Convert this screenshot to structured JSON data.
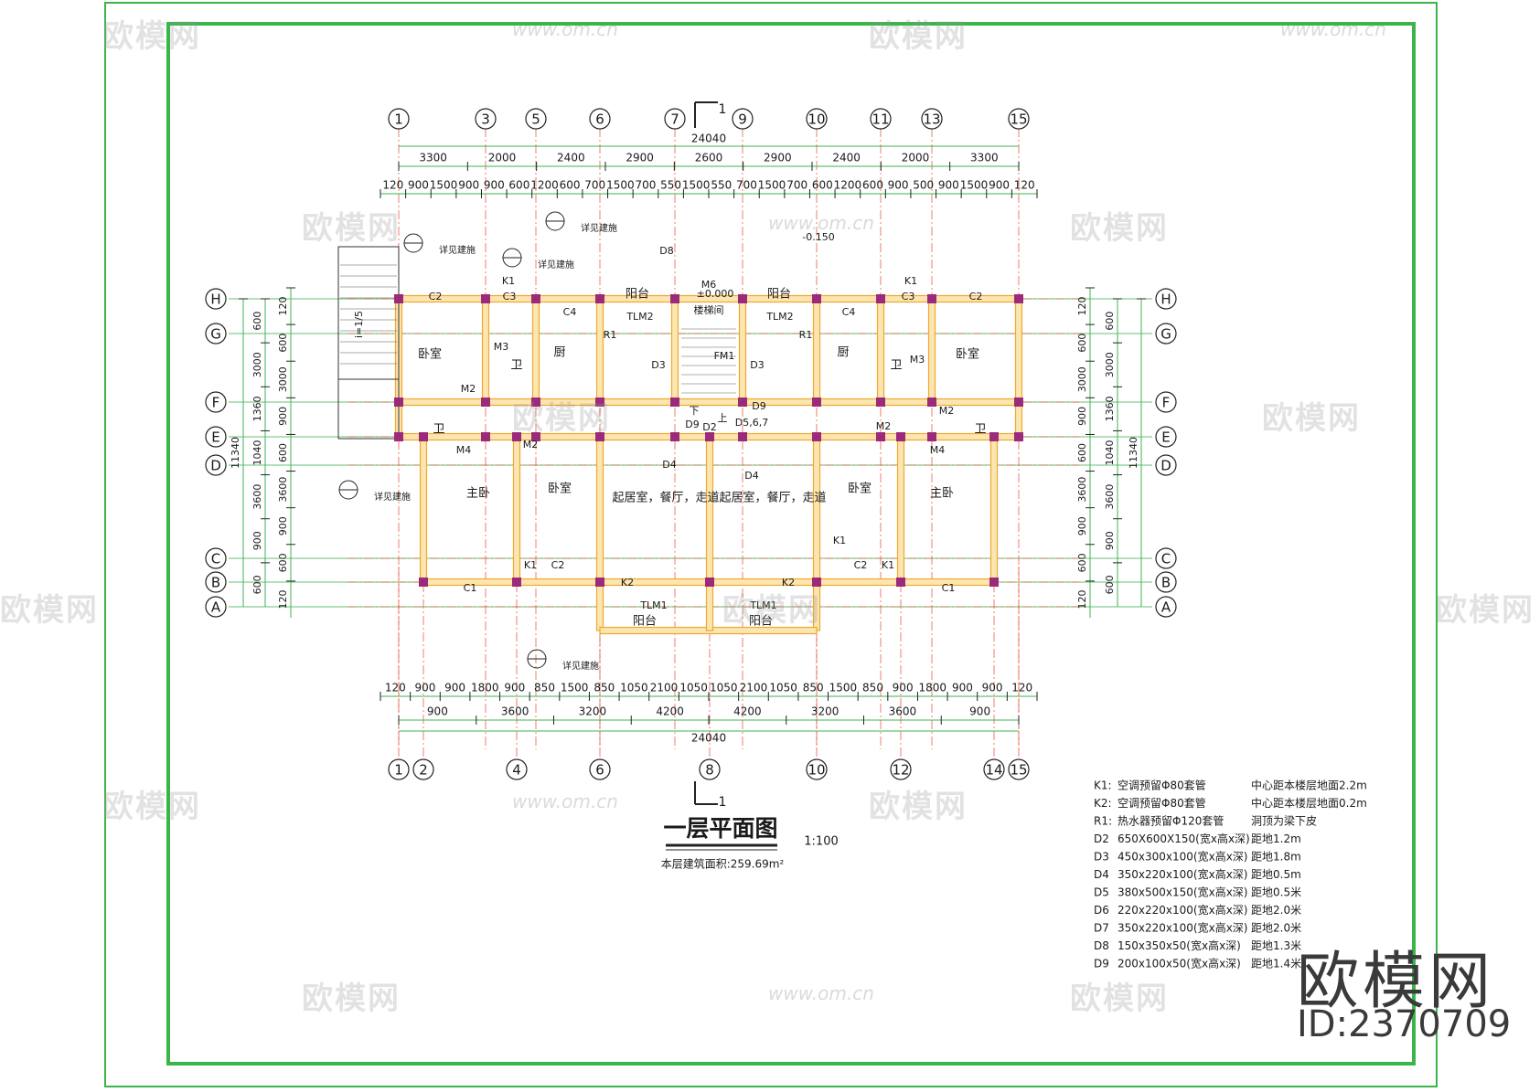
{
  "drawing": {
    "title": "一层平面图",
    "scale": "1:100",
    "area_note": "本层建筑面积:259.69m²",
    "section_mark": "1"
  },
  "axes": {
    "top": [
      "1",
      "3",
      "5",
      "6",
      "7",
      "9",
      "10",
      "11",
      "13",
      "15"
    ],
    "bottom": [
      "1",
      "2",
      "4",
      "6",
      "8",
      "10",
      "12",
      "14",
      "15"
    ],
    "left": [
      "H",
      "G",
      "F",
      "E",
      "D",
      "C",
      "B",
      "A"
    ],
    "right": [
      "H",
      "G",
      "F",
      "E",
      "D",
      "C",
      "B",
      "A"
    ]
  },
  "dims": {
    "total": "24040",
    "top_row1": [
      "3300",
      "2000",
      "2400",
      "2900",
      "2600",
      "2900",
      "2400",
      "2000",
      "3300"
    ],
    "top_row2": [
      "120",
      "900",
      "1500",
      "900",
      "900",
      "600",
      "1200",
      "600",
      "700",
      "1500",
      "700",
      "550",
      "1500",
      "550",
      "700",
      "1500",
      "700",
      "600",
      "1200",
      "600",
      "900",
      "500",
      "900",
      "1500",
      "900",
      "120"
    ],
    "bottom_row1": [
      "120",
      "900",
      "900",
      "1800",
      "900",
      "850",
      "1500",
      "850",
      "1050",
      "2100",
      "1050",
      "1050",
      "2100",
      "1050",
      "850",
      "1500",
      "850",
      "900",
      "1800",
      "900",
      "900",
      "120"
    ],
    "bottom_row2": [
      "900",
      "3600",
      "3200",
      "4200",
      "4200",
      "3200",
      "3600",
      "900"
    ],
    "left_outer": [
      "11340"
    ],
    "left_mid": [
      "600",
      "3000",
      "1360",
      "1040",
      "3600",
      "900",
      "600"
    ],
    "left_inner": [
      "120",
      "600",
      "3000",
      "900",
      "600",
      "3600",
      "900",
      "600",
      "120"
    ],
    "right_inner": [
      "120",
      "600",
      "3000",
      "900",
      "600",
      "3600",
      "900",
      "600",
      "120"
    ],
    "right_mid": [
      "600",
      "3000",
      "1360",
      "1040",
      "3600",
      "900",
      "600"
    ]
  },
  "rooms": {
    "bedroom": "卧室",
    "master": "主卧",
    "kitchen": "厨",
    "toilet": "卫",
    "balcony": "阳台",
    "living": "起居室，餐厅，走道",
    "stair": "楼梯间"
  },
  "labels": {
    "elev_zero": "±0.000",
    "elev_neg": "-0.150",
    "detail_note": "详见建施",
    "slope": "i=1/5",
    "tlm1": "TLM1",
    "tlm2": "TLM2",
    "m2": "M2",
    "m3": "M3",
    "m4": "M4",
    "m6": "M6",
    "c1": "C1",
    "c2": "C2",
    "c3": "C3",
    "c4": "C4",
    "k1": "K1",
    "k2": "K2",
    "r1": "R1",
    "d2": "D2",
    "d3": "D3",
    "d4": "D4",
    "d8": "D8",
    "d9": "D9",
    "d567": "D5,6,7",
    "fm1": "FM1",
    "up": "上",
    "down": "下",
    "stair_note": "楼梯间"
  },
  "legend": [
    {
      "code": "K1:",
      "text": "空调预留Φ80套管",
      "note": "中心距本楼层地面2.2m"
    },
    {
      "code": "K2:",
      "text": "空调预留Φ80套管",
      "note": "中心距本楼层地面0.2m"
    },
    {
      "code": "R1:",
      "text": "热水器预留Φ120套管",
      "note": "洞顶为梁下皮"
    },
    {
      "code": "D2",
      "text": "650X600X150(宽x高x深)",
      "note": "距地1.2m"
    },
    {
      "code": "D3",
      "text": "450x300x100(宽x高x深)",
      "note": "距地1.8m"
    },
    {
      "code": "D4",
      "text": "350x220x100(宽x高x深)",
      "note": "距地0.5m"
    },
    {
      "code": "D5",
      "text": "380x500x150(宽x高x深)",
      "note": "距地0.5米"
    },
    {
      "code": "D6",
      "text": "220x220x100(宽x高x深)",
      "note": "距地2.0米"
    },
    {
      "code": "D7",
      "text": "350x220x100(宽x高x深)",
      "note": "距地2.0米"
    },
    {
      "code": "D8",
      "text": "150x350x50(宽x高x深)",
      "note": "距地1.3米"
    },
    {
      "code": "D9",
      "text": "200x100x50(宽x高x深)",
      "note": "距地1.4米"
    }
  ],
  "brand": {
    "name": "欧模网",
    "id": "ID:2370709"
  },
  "watermark": {
    "logo": "欧模网",
    "url": "www.om.cn"
  },
  "colors": {
    "frame": "#39b54a",
    "axis_line": "#e64a2e",
    "wall": "#f0a830",
    "wall_fill": "#fbe5b0",
    "column": "#9c2a7a",
    "dim": "#1a1a1a",
    "grid_green": "#3fb34f"
  }
}
